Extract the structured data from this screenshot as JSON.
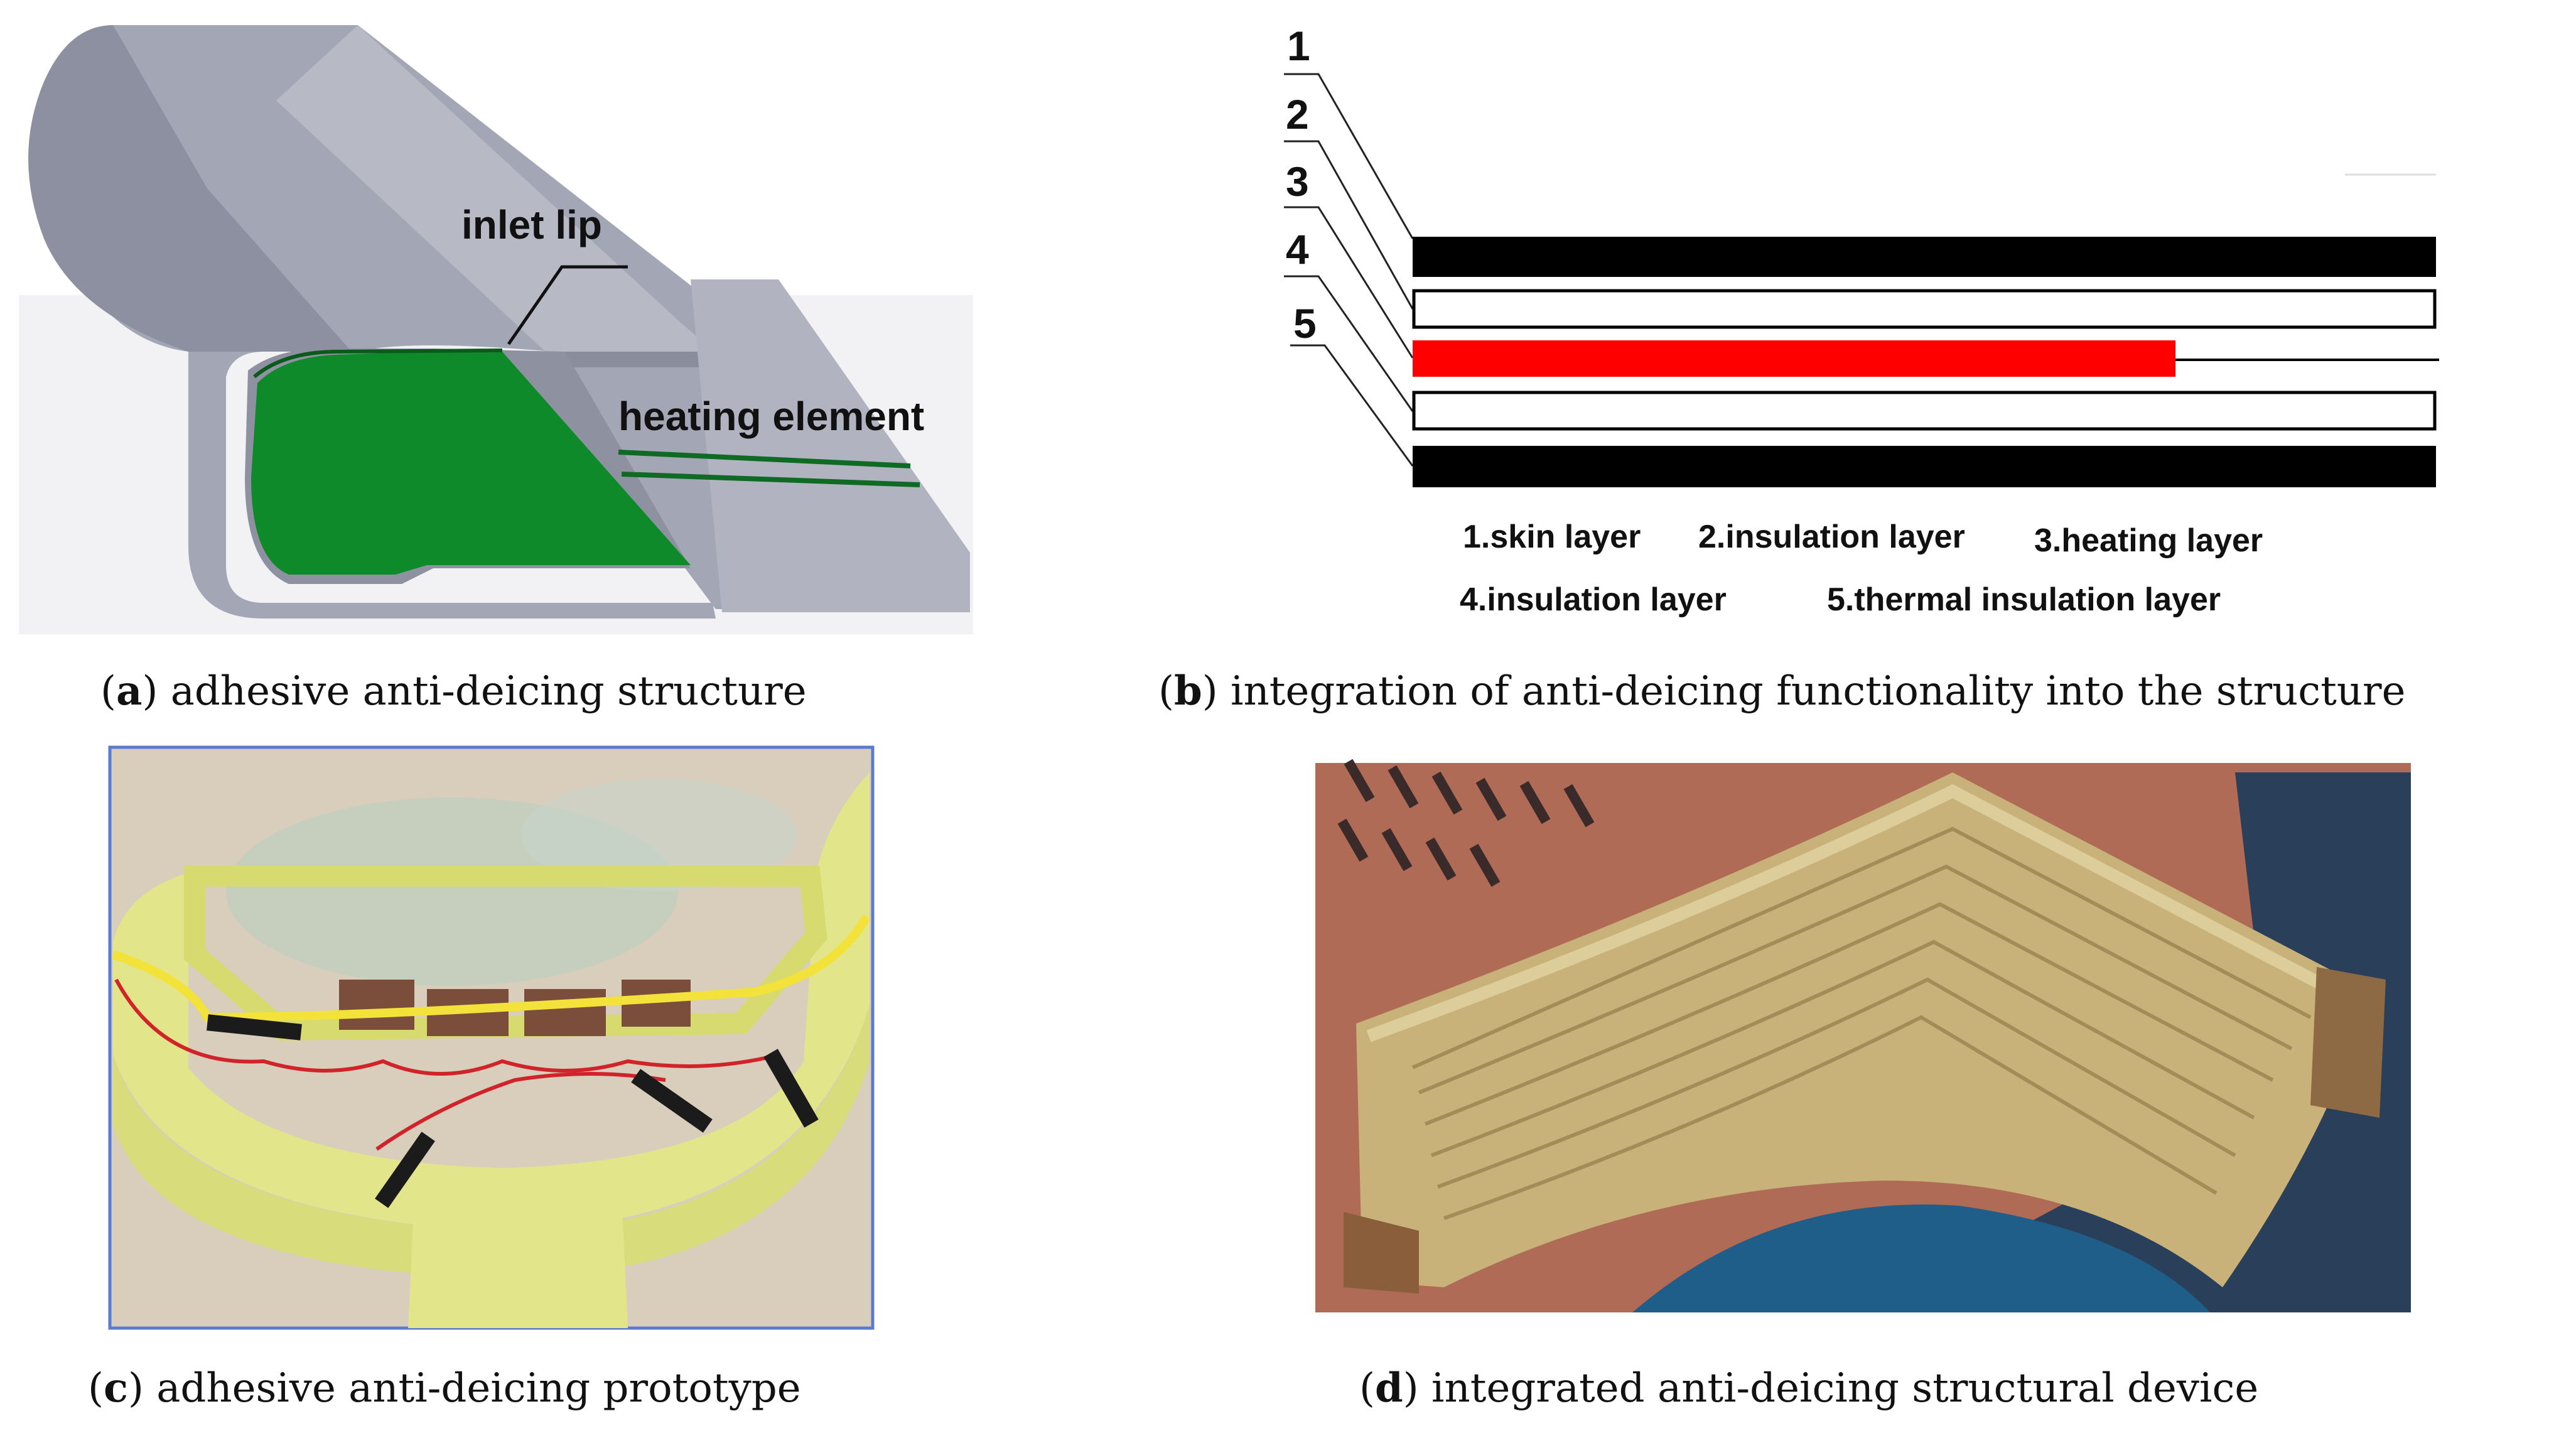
{
  "panels": {
    "a": {
      "letter": "a",
      "caption": ") adhesive anti-deicing structure",
      "callouts": {
        "inlet_lip": "inlet lip",
        "heating_element": "heating element"
      }
    },
    "b": {
      "letter": "b",
      "caption": ") integration of anti-deicing functionality into the structure",
      "layer_numbers": [
        "1",
        "2",
        "3",
        "4",
        "5"
      ],
      "legend": [
        "1.skin layer",
        "2.insulation layer",
        "3.heating layer",
        "4.insulation layer",
        "5.thermal insulation layer"
      ]
    },
    "c": {
      "letter": "c",
      "caption": ") adhesive anti-deicing prototype"
    },
    "d": {
      "letter": "d",
      "caption": ") integrated anti-deicing structural device"
    }
  },
  "colors": {
    "housing_grey": "#a3a6b4",
    "heater_green": "#0f8a2a",
    "heating_layer_red": "#ff0000",
    "skin_black": "#000000"
  }
}
